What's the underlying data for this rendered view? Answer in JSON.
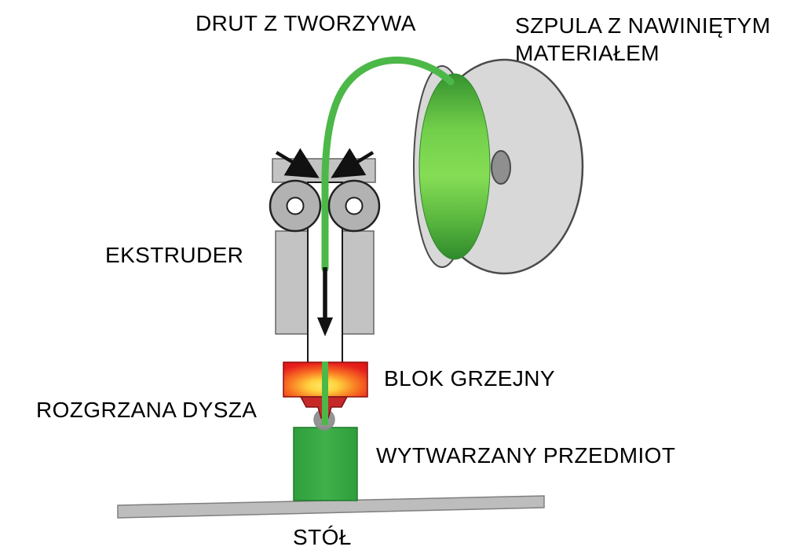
{
  "labels": {
    "filament": "DRUT Z TWORZYWA",
    "spool_line1": "SZPULA Z NAWINIĘTYM",
    "spool_line2": "MATERIAŁEM",
    "extruder": "EKSTRUDER",
    "heating_block": "BLOK GRZEJNY",
    "nozzle": "ROZGRZANA DYSZA",
    "object": "WYTWARZANY PRZEDMIOT",
    "table": "STÓŁ"
  },
  "colors": {
    "filament_green": "#4cb848",
    "spool_flange_gray": "#d8d8d8",
    "spool_hub_gray": "#8f8f8f",
    "extruder_gray": "#c3c3c3",
    "roller_gray": "#b2b2b2",
    "heat_block_red": "#e01717",
    "heat_glow_yellow": "#ffe96a",
    "nozzle_red": "#c62828",
    "object_green": "#3fb04a",
    "table_gray": "#bdbdbd",
    "arrow_black": "#111111",
    "label_text": "#000000"
  }
}
